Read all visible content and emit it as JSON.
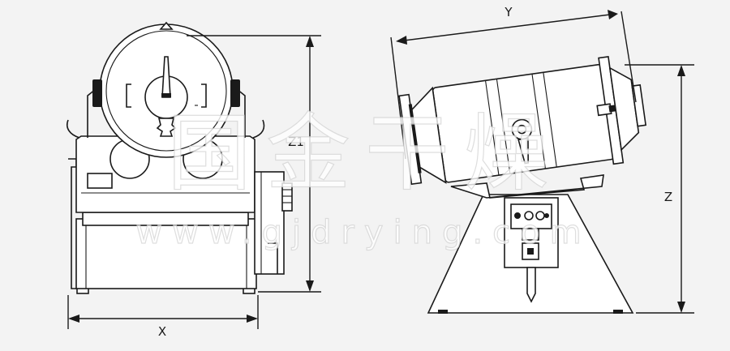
{
  "labels": {
    "x": "X",
    "y": "Y",
    "z": "Z",
    "z1": "Z1"
  },
  "watermark": {
    "brand": "国金干燥",
    "url": "www.gjdrying.com"
  },
  "colors": {
    "background": "#f3f3f3",
    "line": "#1a1a1a",
    "fill": "#ffffff",
    "watermark_stroke": "#d6d6d6"
  }
}
